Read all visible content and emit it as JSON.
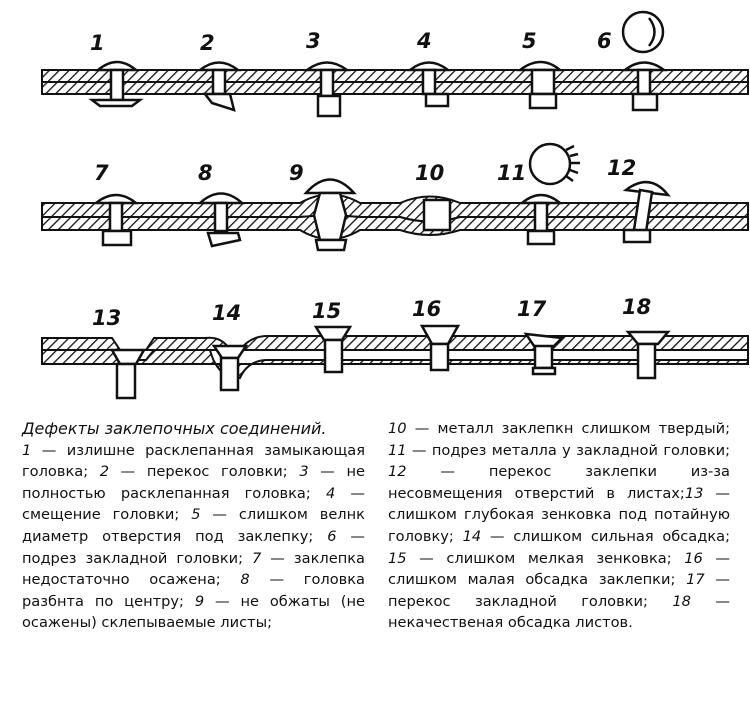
{
  "figure": {
    "row1_labels": [
      "1",
      "2",
      "3",
      "4",
      "5",
      "6"
    ],
    "row2_labels": [
      "7",
      "8",
      "9",
      "10",
      "11",
      "12"
    ],
    "row3_labels": [
      "13",
      "14",
      "15",
      "16",
      "17",
      "18"
    ]
  },
  "caption": {
    "title": "Дефекты заклепочных соединений.",
    "items": [
      {
        "num": "1",
        "text": " — излишне расклепанная замыкающая головка; "
      },
      {
        "num": "2",
        "text": " — перекос головки; "
      },
      {
        "num": "3",
        "text": " — не полностью расклепанная головка; "
      },
      {
        "num": "4",
        "text": " — смещение головки; "
      },
      {
        "num": "5",
        "text": " — слишком велнк диаметр отверстия под заклепку; "
      },
      {
        "num": "6",
        "text": " — подрез закладной головки; "
      },
      {
        "num": "7",
        "text": " — заклепка недостаточно осажена; "
      },
      {
        "num": "8",
        "text": " — головка разбнта по центру; "
      },
      {
        "num": "9",
        "text": " — не обжаты (не осажены) склепываемые листы; "
      },
      {
        "num": "10",
        "text": " — металл заклепкн слишком твердый; "
      },
      {
        "num": "11",
        "text": " — подрез металла у закладной головки; "
      },
      {
        "num": "12",
        "text": " — перекос заклепки из-за несовмещения отверстий в листах;"
      },
      {
        "num": "13",
        "text": " — слишком глубокая зенковка под потайную головку; "
      },
      {
        "num": "14",
        "text": " — слишком сильная обсадка; "
      },
      {
        "num": "15",
        "text": " — слишком мелкая зенковка; "
      },
      {
        "num": "16",
        "text": " — слишком малая обсадка заклепки; "
      },
      {
        "num": "17",
        "text": " — перекос закладной головки; "
      },
      {
        "num": "18",
        "text": " — некачественая обсадка листов."
      }
    ]
  }
}
